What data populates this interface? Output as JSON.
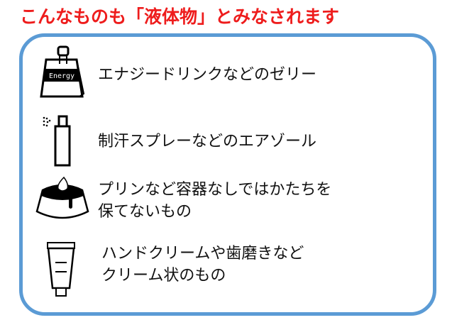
{
  "title": "こんなものも「液体物」とみなされます",
  "items": [
    {
      "icon": "energy-drink-jelly-icon",
      "icon_label": "Energy",
      "lines": [
        "エナジードリンクなどのゼリー"
      ]
    },
    {
      "icon": "spray-can-icon",
      "lines": [
        "制汗スプレーなどのエアゾール"
      ]
    },
    {
      "icon": "pudding-icon",
      "lines": [
        "プリンなど容器なしではかたちを",
        "保てないもの"
      ]
    },
    {
      "icon": "cream-tube-icon",
      "lines": [
        "ハンドクリームや歯磨きなど",
        "クリーム状のもの"
      ]
    }
  ],
  "colors": {
    "title": "#ee1c1c",
    "border": "#5b9bd5"
  }
}
